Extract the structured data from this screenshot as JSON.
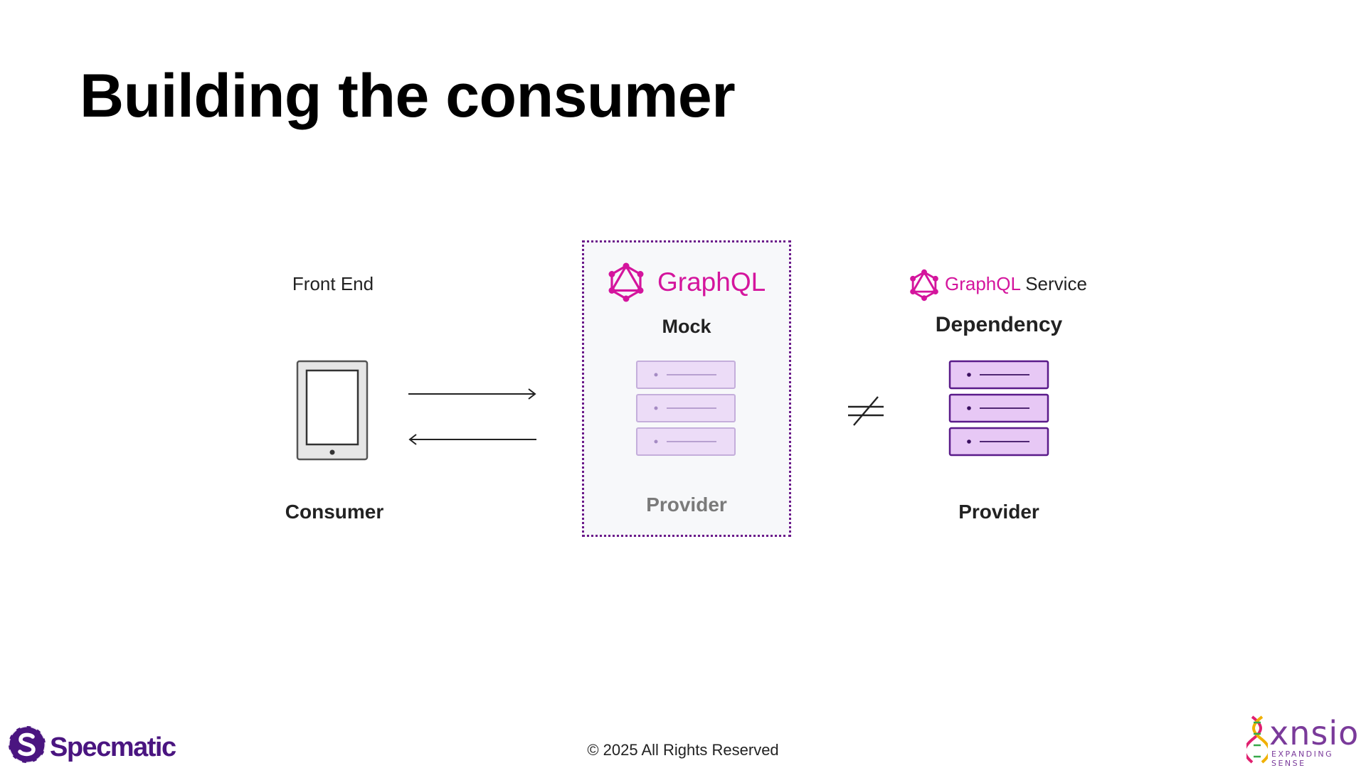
{
  "slide": {
    "title": "Building the consumer"
  },
  "consumer": {
    "top_label": "Front End",
    "bottom_label": "Consumer"
  },
  "mock": {
    "logo_text": "GraphQL",
    "label": "Mock",
    "provider_label": "Provider"
  },
  "relation": {
    "symbol": "≠"
  },
  "service": {
    "logo_graphql": "GraphQL",
    "logo_service": "Service",
    "label": "Dependency",
    "provider_label": "Provider"
  },
  "footer": {
    "brand": "Specmatic",
    "copyright": "© 2025 All Rights Reserved",
    "partner_brand": "xnsio",
    "partner_tagline": "EXPANDING SENSE"
  },
  "colors": {
    "graphql_pink": "#d4159d",
    "mock_border": "#6b1a8a",
    "server_fill_strong": "#e7c8f5",
    "server_fill_light": "#ecdcf7",
    "brand_purple": "#4a1580"
  }
}
